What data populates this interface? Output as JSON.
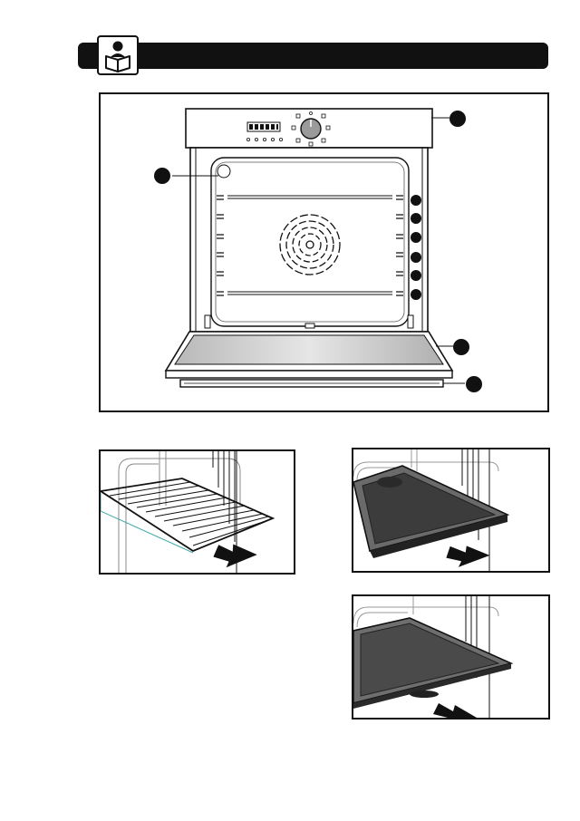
{
  "header": {
    "icon": "read-manual-icon",
    "title": ""
  },
  "main_figure": {
    "display_icon": "digital-display-icon",
    "knob_icon": "function-selector-knob-icon",
    "fan_icon": "convection-fan-icon",
    "callout_color": "#111111",
    "callouts": [
      "control-panel",
      "oven-lamp",
      "shelf-level-1",
      "shelf-level-2",
      "shelf-level-3",
      "shelf-level-4",
      "shelf-level-5",
      "shelf-level-6",
      "oven-door",
      "door-handle"
    ]
  },
  "insert_figures": [
    {
      "name": "wire-rack",
      "icon": "insert-arrow-icon"
    },
    {
      "name": "deep-tray",
      "icon": "insert-arrow-icon"
    },
    {
      "name": "flat-tray",
      "icon": "insert-arrow-icon"
    }
  ]
}
